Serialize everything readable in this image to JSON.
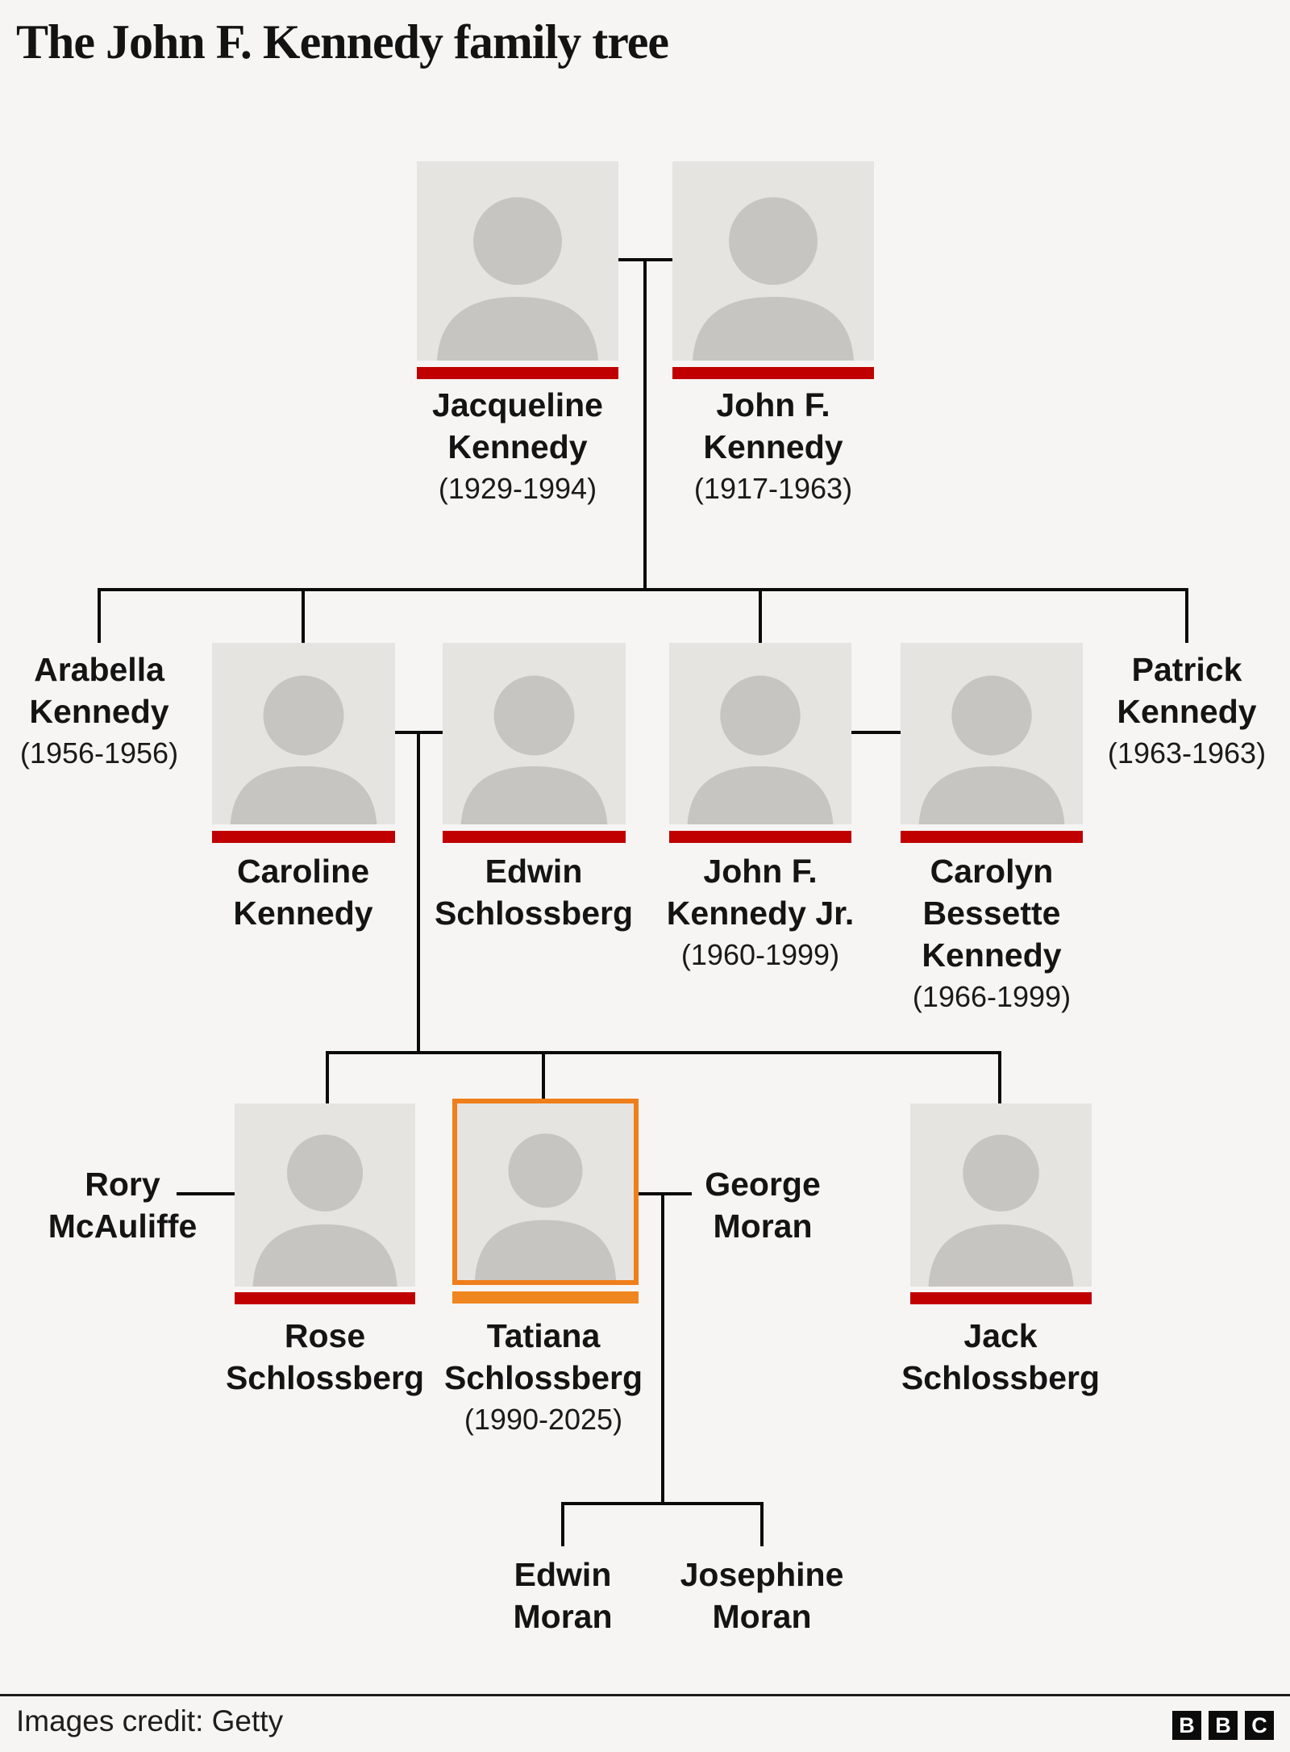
{
  "title": "The John F. Kennedy family tree",
  "colors": {
    "background": "#f6f5f3",
    "connector_line": "#0a0a0a",
    "photo_bar_red": "#c00000",
    "highlight_orange": "#ef7e1b",
    "highlight_bar_orange": "#f0861f",
    "portrait_background": "#e6e4e1"
  },
  "people": {
    "jacqueline_kennedy": {
      "line1": "Jacqueline",
      "line2": "Kennedy",
      "dates": "(1929-1994)",
      "has_portrait": true,
      "highlighted": false
    },
    "john_f_kennedy": {
      "line1": "John F.",
      "line2": "Kennedy",
      "dates": "(1917-1963)",
      "has_portrait": true,
      "highlighted": false
    },
    "arabella_kennedy": {
      "line1": "Arabella",
      "line2": "Kennedy",
      "dates": "(1956-1956)",
      "has_portrait": false,
      "highlighted": false
    },
    "caroline_kennedy": {
      "line1": "Caroline",
      "line2": "Kennedy",
      "has_portrait": true,
      "highlighted": false
    },
    "edwin_schlossberg": {
      "line1": "Edwin",
      "line2": "Schlossberg",
      "has_portrait": true,
      "highlighted": false
    },
    "john_f_kennedy_jr": {
      "line1": "John F.",
      "line2": "Kennedy Jr.",
      "dates": "(1960-1999)",
      "has_portrait": true,
      "highlighted": false
    },
    "carolyn_bessette_kennedy": {
      "line1": "Carolyn",
      "line2": "Bessette",
      "line3": "Kennedy",
      "dates": "(1966-1999)",
      "has_portrait": true,
      "highlighted": false
    },
    "patrick_kennedy": {
      "line1": "Patrick",
      "line2": "Kennedy",
      "dates": "(1963-1963)",
      "has_portrait": false,
      "highlighted": false
    },
    "rory_mcauliffe": {
      "line1": "Rory",
      "line2": "McAuliffe",
      "has_portrait": false,
      "highlighted": false
    },
    "rose_schlossberg": {
      "line1": "Rose",
      "line2": "Schlossberg",
      "has_portrait": true,
      "highlighted": false
    },
    "tatiana_schlossberg": {
      "line1": "Tatiana",
      "line2": "Schlossberg",
      "dates": "(1990-2025)",
      "has_portrait": true,
      "highlighted": true
    },
    "george_moran": {
      "line1": "George",
      "line2": "Moran",
      "has_portrait": false,
      "highlighted": false
    },
    "jack_schlossberg": {
      "line1": "Jack",
      "line2": "Schlossberg",
      "has_portrait": true,
      "highlighted": false
    },
    "edwin_moran": {
      "line1": "Edwin",
      "line2": "Moran",
      "has_portrait": false,
      "highlighted": false
    },
    "josephine_moran": {
      "line1": "Josephine",
      "line2": "Moran",
      "has_portrait": false,
      "highlighted": false
    }
  },
  "footer": {
    "credit": "Images credit: Getty",
    "logo": [
      "B",
      "B",
      "C"
    ]
  }
}
